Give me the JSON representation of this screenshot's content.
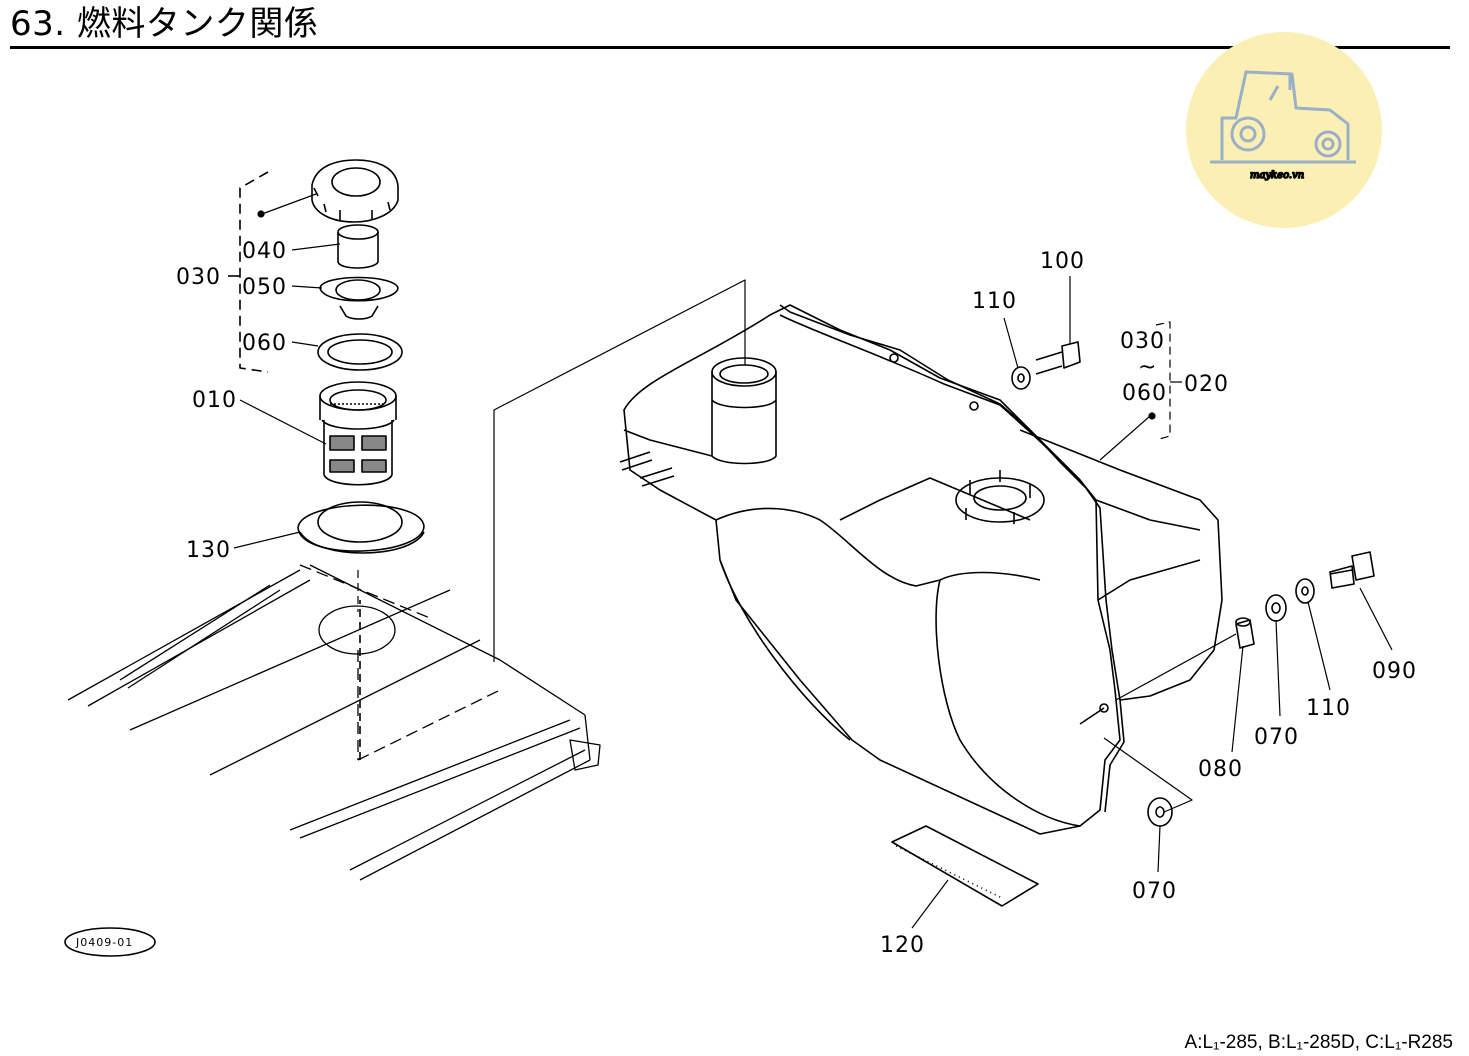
{
  "header": {
    "title": "63. 燃料タンク関係"
  },
  "labels": {
    "l030a": "030",
    "l040": "040",
    "l050": "050",
    "l060a": "060",
    "l010": "010",
    "l130": "130",
    "l110a": "110",
    "l100": "100",
    "l030b": "030",
    "ltilde": "~",
    "l060b": "060",
    "l020": "020",
    "l090": "090",
    "l110b": "110",
    "l070a": "070",
    "l080": "080",
    "l070b": "070",
    "l120": "120"
  },
  "drawing_code": "J0409-01",
  "watermark": "maykeo.vn",
  "footer": {
    "models": "A:L₁-285, B:L₁-285D, C:L₁-R285"
  },
  "colors": {
    "watermark_bg": "#fbefb4",
    "watermark_ink": "#9ab0c8"
  }
}
